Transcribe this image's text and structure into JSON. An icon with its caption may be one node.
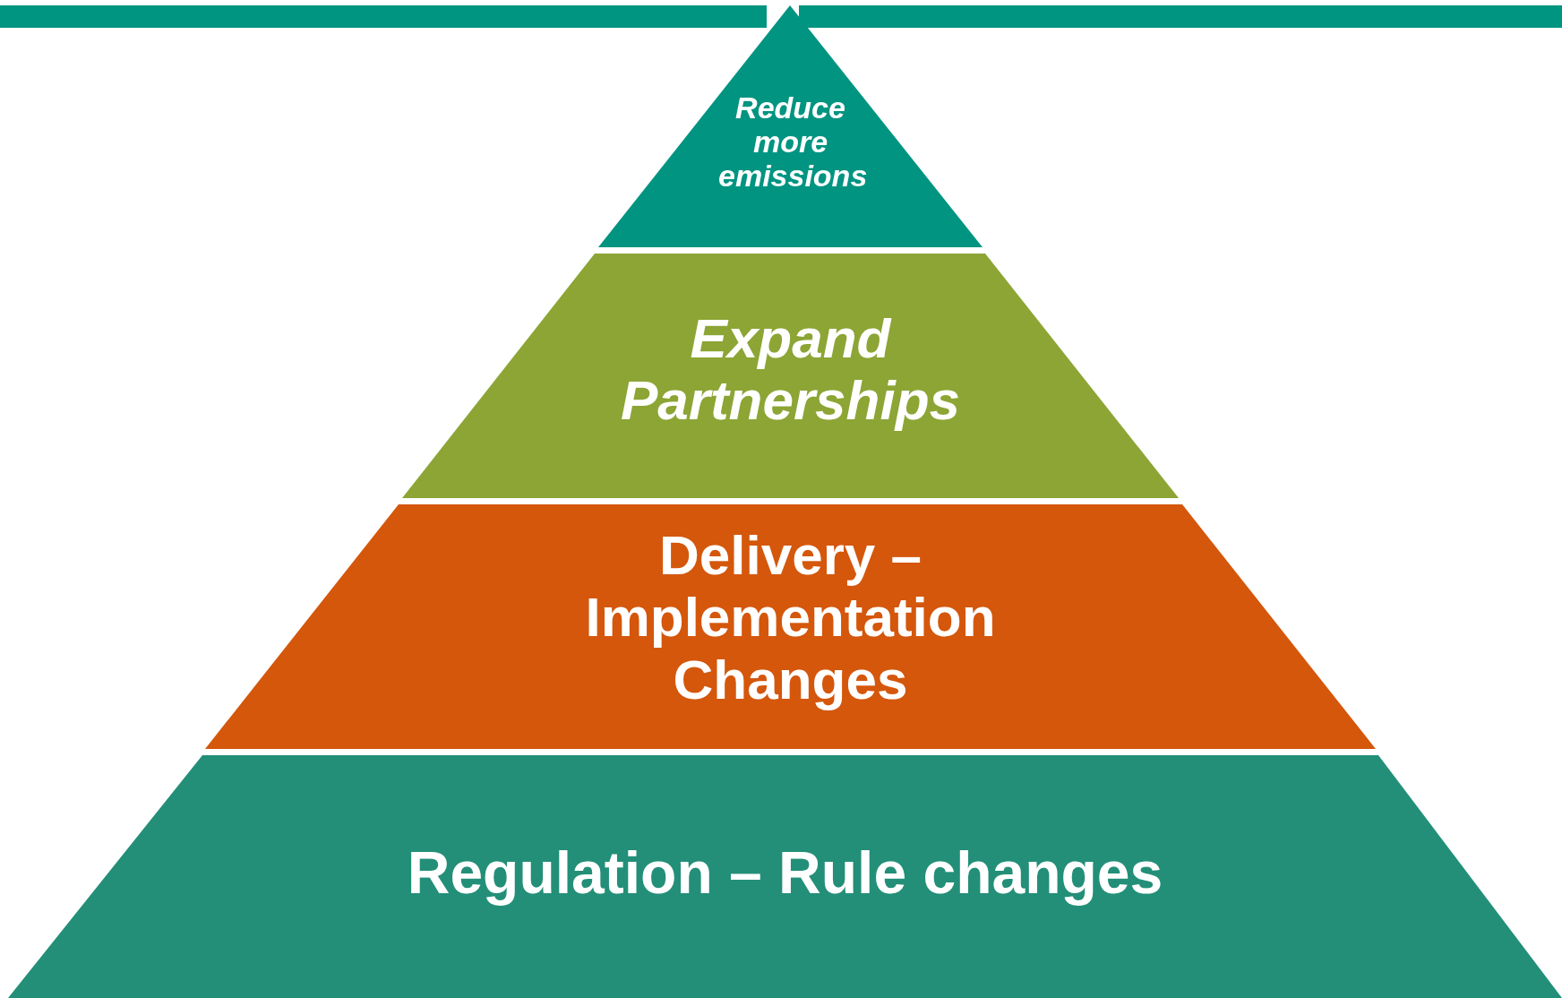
{
  "diagram": {
    "nodes": [
      {
        "text": [
          "Reduce more emissions"
        ]
      },
      {
        "text": [
          "Expand Partnerships"
        ]
      },
      {
        "text": [
          "Delivery – Implementation Changes"
        ]
      },
      {
        "text": [
          "Regulation – Rule changes"
        ]
      }
    ]
  }
}
